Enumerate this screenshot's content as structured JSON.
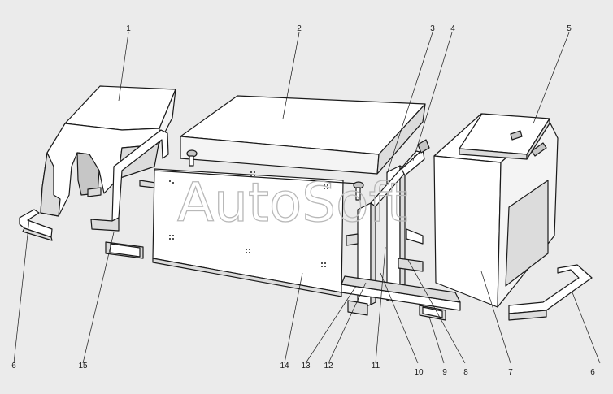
{
  "watermark": {
    "text": "AutoSoft"
  },
  "callouts": [
    "1",
    "2",
    "3",
    "4",
    "5",
    "6",
    "15",
    "14",
    "13",
    "12",
    "11",
    "10",
    "9",
    "8",
    "7",
    "6"
  ],
  "colors": {
    "line": "#1a1a1a",
    "background": "#ebebeb",
    "part_fill": "#ffffff",
    "shade": "#dcdcdc",
    "watermark": "#b8b8b8"
  }
}
